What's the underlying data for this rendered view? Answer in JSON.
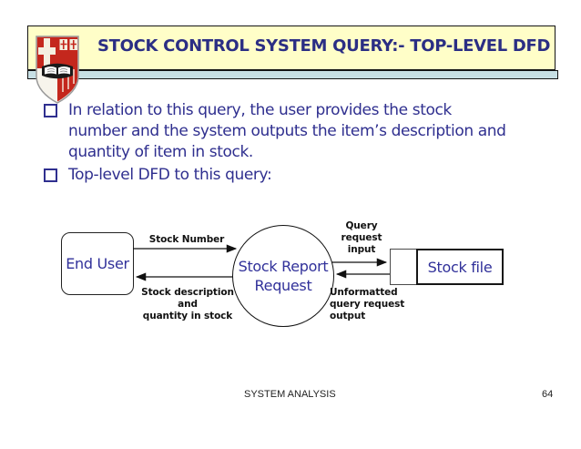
{
  "slide": {
    "title": "STOCK CONTROL SYSTEM QUERY:- TOP-LEVEL DFD",
    "bullets": [
      {
        "lines": [
          "In relation to this query, the user provides the stock",
          "number and the system outputs the item’s description and",
          "quantity of item in stock."
        ]
      },
      {
        "lines": [
          "Top-level DFD to this query:"
        ]
      }
    ]
  },
  "diagram": {
    "end_user_label": "End User",
    "process_line1": "Stock Report",
    "process_line2": "Request",
    "store_label": "Stock file",
    "flow_stock_number": "Stock Number",
    "flow_stock_desc_line1": "Stock description",
    "flow_stock_desc_line2": "and",
    "flow_stock_desc_line3": "quantity in stock",
    "flow_query_in_line1": "Query",
    "flow_query_in_line2": "request",
    "flow_query_in_line3": "input",
    "flow_query_out_line1": "Unformatted",
    "flow_query_out_line2": "query request",
    "flow_query_out_line3": "output"
  },
  "footer": {
    "left_text": "SYSTEM ANALYSIS",
    "page_number": "64"
  },
  "icons": {
    "logo": "university-crest"
  },
  "colors": {
    "title_navy": "#2b2e84",
    "body_navy": "#2f2f8f",
    "header_bg": "#fffec8",
    "band_bg": "#c7dfe4",
    "crest_red": "#c4271d",
    "arrow_black": "#111111"
  }
}
